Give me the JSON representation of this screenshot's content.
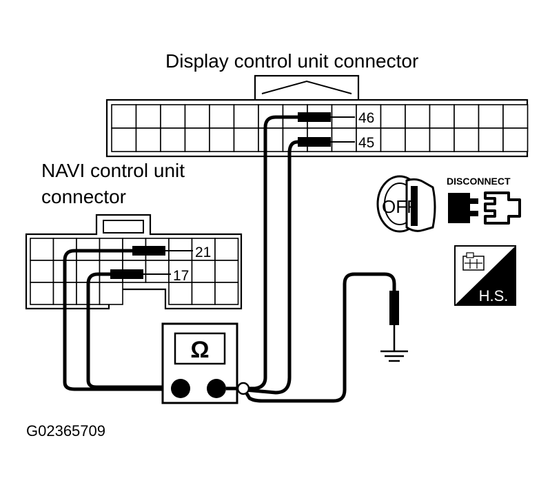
{
  "labels": {
    "display_connector": "Display control unit connector",
    "navi_connector_line1": "NAVI control unit",
    "navi_connector_line2": "connector",
    "figure_id": "G02365709"
  },
  "pins": {
    "display_upper": "46",
    "display_lower": "45",
    "navi_upper": "21",
    "navi_lower": "17"
  },
  "meter": {
    "symbol": "Ω"
  },
  "icons": {
    "key_text": "OFF",
    "disconnect_text": "DISCONNECT",
    "harness_text": "H.S."
  }
}
